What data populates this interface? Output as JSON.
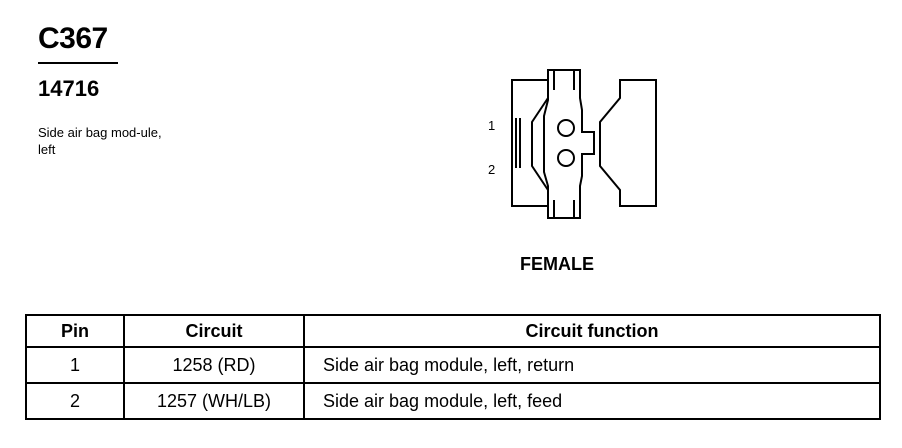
{
  "header": {
    "connector_id": "C367",
    "part_number": "14716",
    "description": "Side air bag mod-ule, left"
  },
  "diagram": {
    "pin_labels": [
      "1",
      "2"
    ],
    "gender": "FEMALE"
  },
  "table": {
    "columns": [
      "Pin",
      "Circuit",
      "Circuit function"
    ],
    "rows": [
      {
        "pin": "1",
        "circuit": "1258 (RD)",
        "function": "Side air bag module, left, return"
      },
      {
        "pin": "2",
        "circuit": "1257 (WH/LB)",
        "function": "Side air bag module, left, feed"
      }
    ]
  }
}
